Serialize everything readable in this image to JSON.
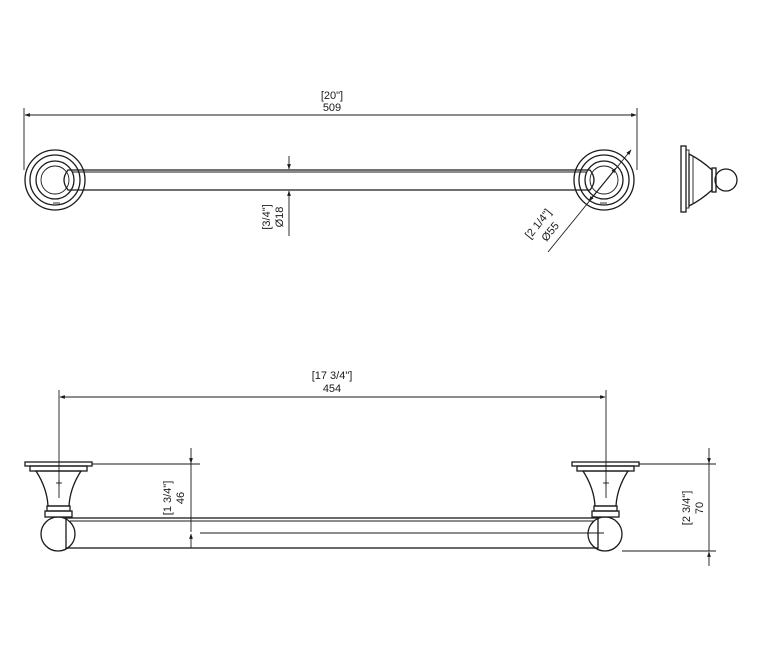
{
  "top_view": {
    "overall_length": {
      "imperial": "[20\"]",
      "metric": "509"
    },
    "bar_diameter": {
      "imperial": "[3/4\"]",
      "metric": "Ø18"
    },
    "base_diameter": {
      "imperial": "[2 1/4\"]",
      "metric": "Ø55"
    }
  },
  "front_view": {
    "center_distance": {
      "imperial": "[17 3/4\"]",
      "metric": "454"
    },
    "center_height": {
      "imperial": "[1 3/4\"]",
      "metric": "46"
    },
    "total_projection": {
      "imperial": "[2 3/4\"]",
      "metric": "70"
    }
  },
  "colors": {
    "line": "#1a1a1a",
    "background": "#ffffff"
  }
}
